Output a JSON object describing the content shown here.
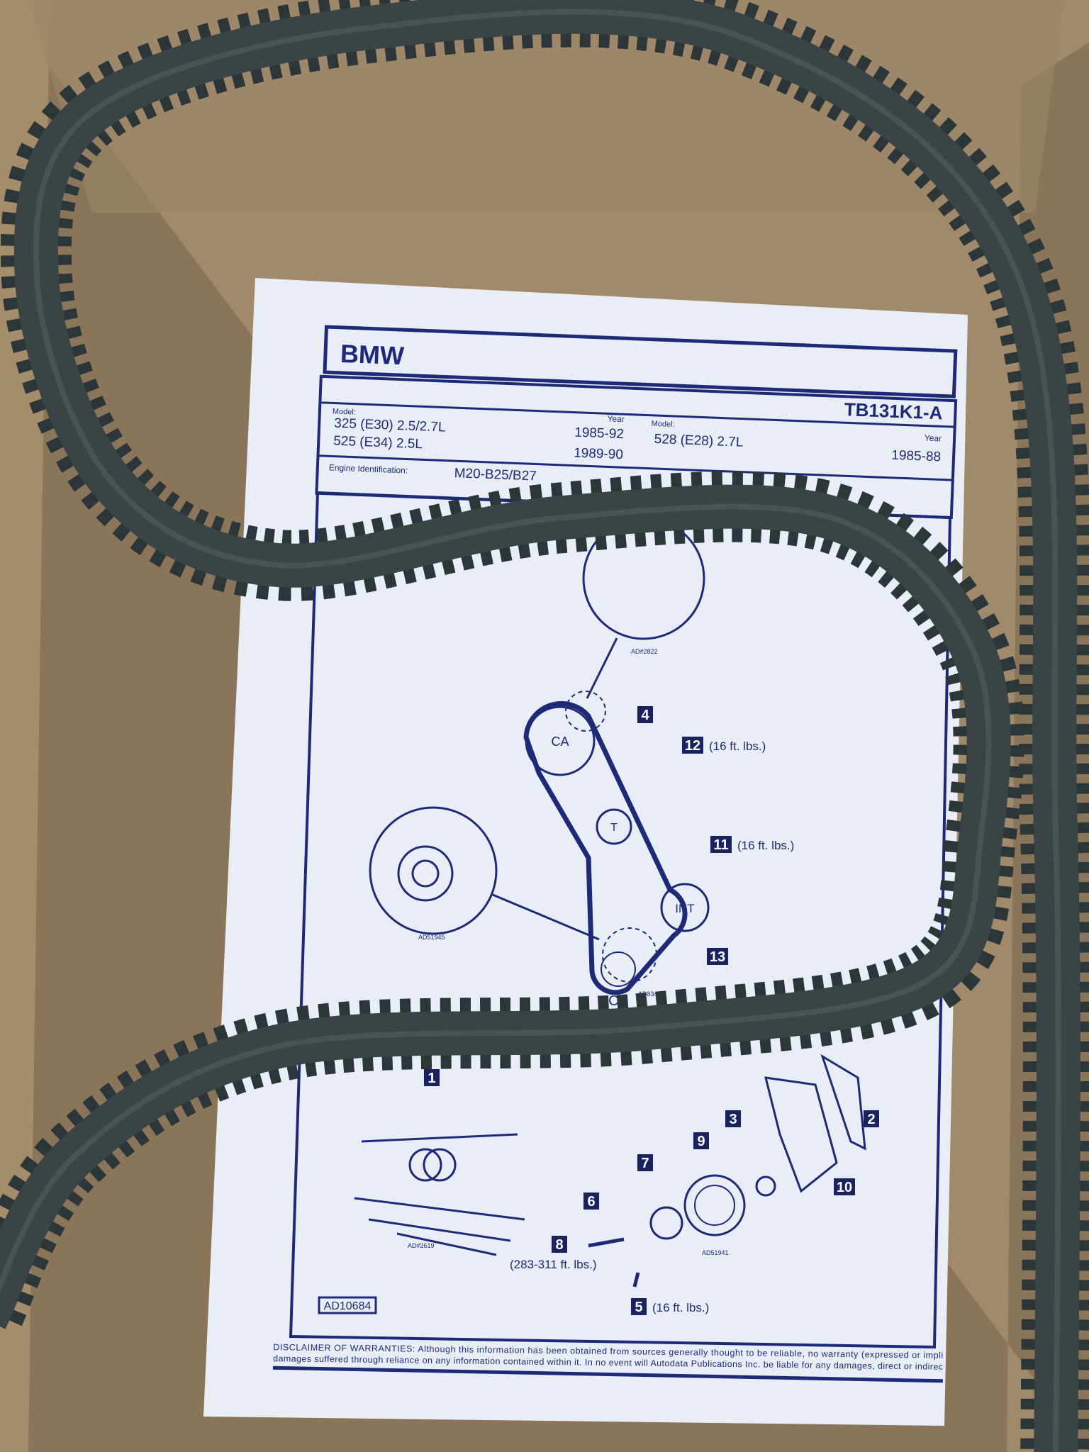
{
  "sheet": {
    "brand": "BMW",
    "part_number": "TB131K1-A",
    "model_label": "Model:",
    "year_label": "Year",
    "left_models": [
      {
        "model": "325 (E30) 2.5/2.7L",
        "year": "1985-92"
      },
      {
        "model": "525 (E34) 2.5L",
        "year": "1989-90"
      }
    ],
    "right_models": [
      {
        "model": "528 (E28) 2.7L",
        "year": "1985-88"
      }
    ],
    "engine_label": "Engine Identification:",
    "engine_code": "M20-B25/B27"
  },
  "diagram": {
    "pulleys": {
      "cam": "CA",
      "tensioner": "T",
      "intermediate": "INT",
      "crank": "CS"
    },
    "callouts": [
      {
        "num": "4",
        "note": ""
      },
      {
        "num": "12",
        "note": "(16 ft. lbs.)"
      },
      {
        "num": "11",
        "note": "(16 ft. lbs.)"
      },
      {
        "num": "13",
        "note": ""
      },
      {
        "num": "1",
        "note": ""
      },
      {
        "num": "2",
        "note": ""
      },
      {
        "num": "3",
        "note": ""
      },
      {
        "num": "5",
        "note": "(16 ft. lbs.)"
      },
      {
        "num": "6",
        "note": ""
      },
      {
        "num": "7",
        "note": ""
      },
      {
        "num": "8",
        "note": "(283-311 ft. lbs.)"
      },
      {
        "num": "9",
        "note": ""
      },
      {
        "num": "10",
        "note": ""
      }
    ],
    "figure_codes": {
      "top_detail": "AD#2822",
      "left_detail": "AD51945",
      "belt_route": "AD83402",
      "marks": "AD#2619",
      "crank_pulley": "AD51941"
    },
    "sheet_code": "AD10684"
  },
  "disclaimer": {
    "line1": "DISCLAIMER OF WARRANTIES: Although this information has been obtained from sources generally thought to be reliable, no warranty (expressed or impli",
    "line2": "damages suffered through reliance on any information contained within it. In no event will Autodata Publications Inc. be liable for any damages, direct or indirec"
  },
  "colors": {
    "cardboard": "#8b7659",
    "belt": "#3a4447",
    "paper": "#e9eef6",
    "ink": "#1e2a78"
  }
}
